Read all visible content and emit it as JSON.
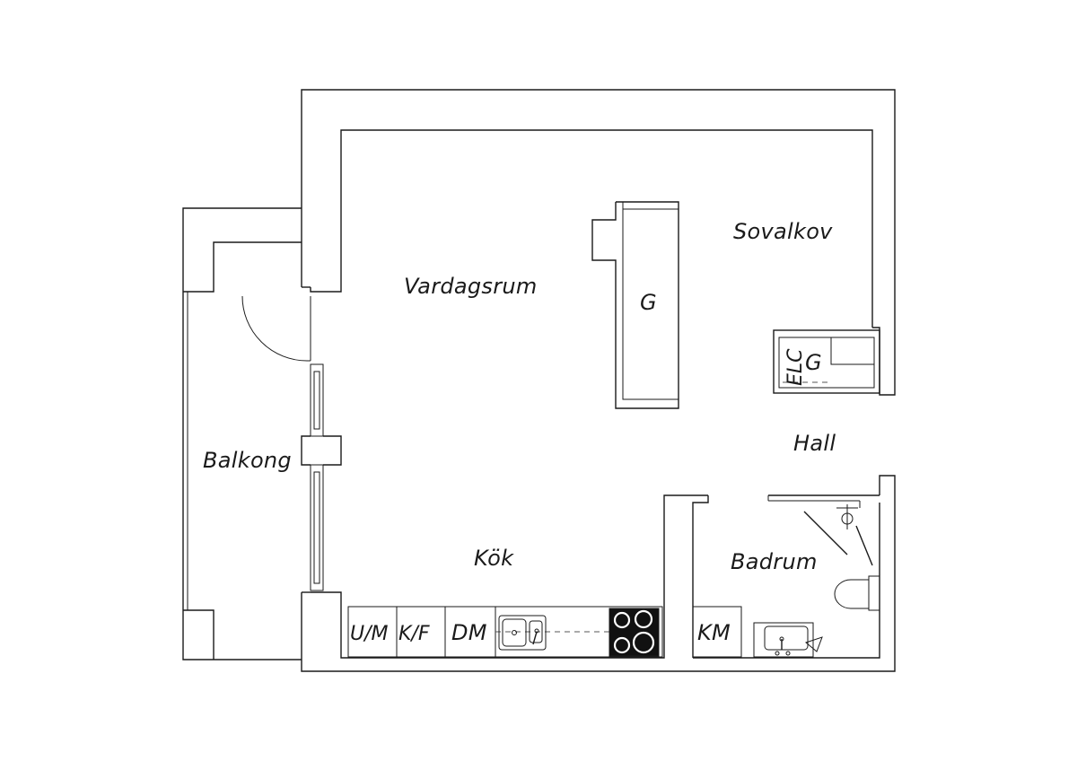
{
  "floorplan": {
    "rooms": {
      "vardagsrum": "Vardagsrum",
      "sovalkov": "Sovalkov",
      "balkong": "Balkong",
      "kok": "Kök",
      "hall": "Hall",
      "badrum": "Badrum"
    },
    "fixtures": {
      "wardrobe_main": "G",
      "wardrobe_hall": "G",
      "electric_cabinet": "ELC",
      "freezer": "U/M",
      "fridge_freezer": "K/F",
      "dishwasher": "DM",
      "washing_machine": "KM"
    }
  }
}
